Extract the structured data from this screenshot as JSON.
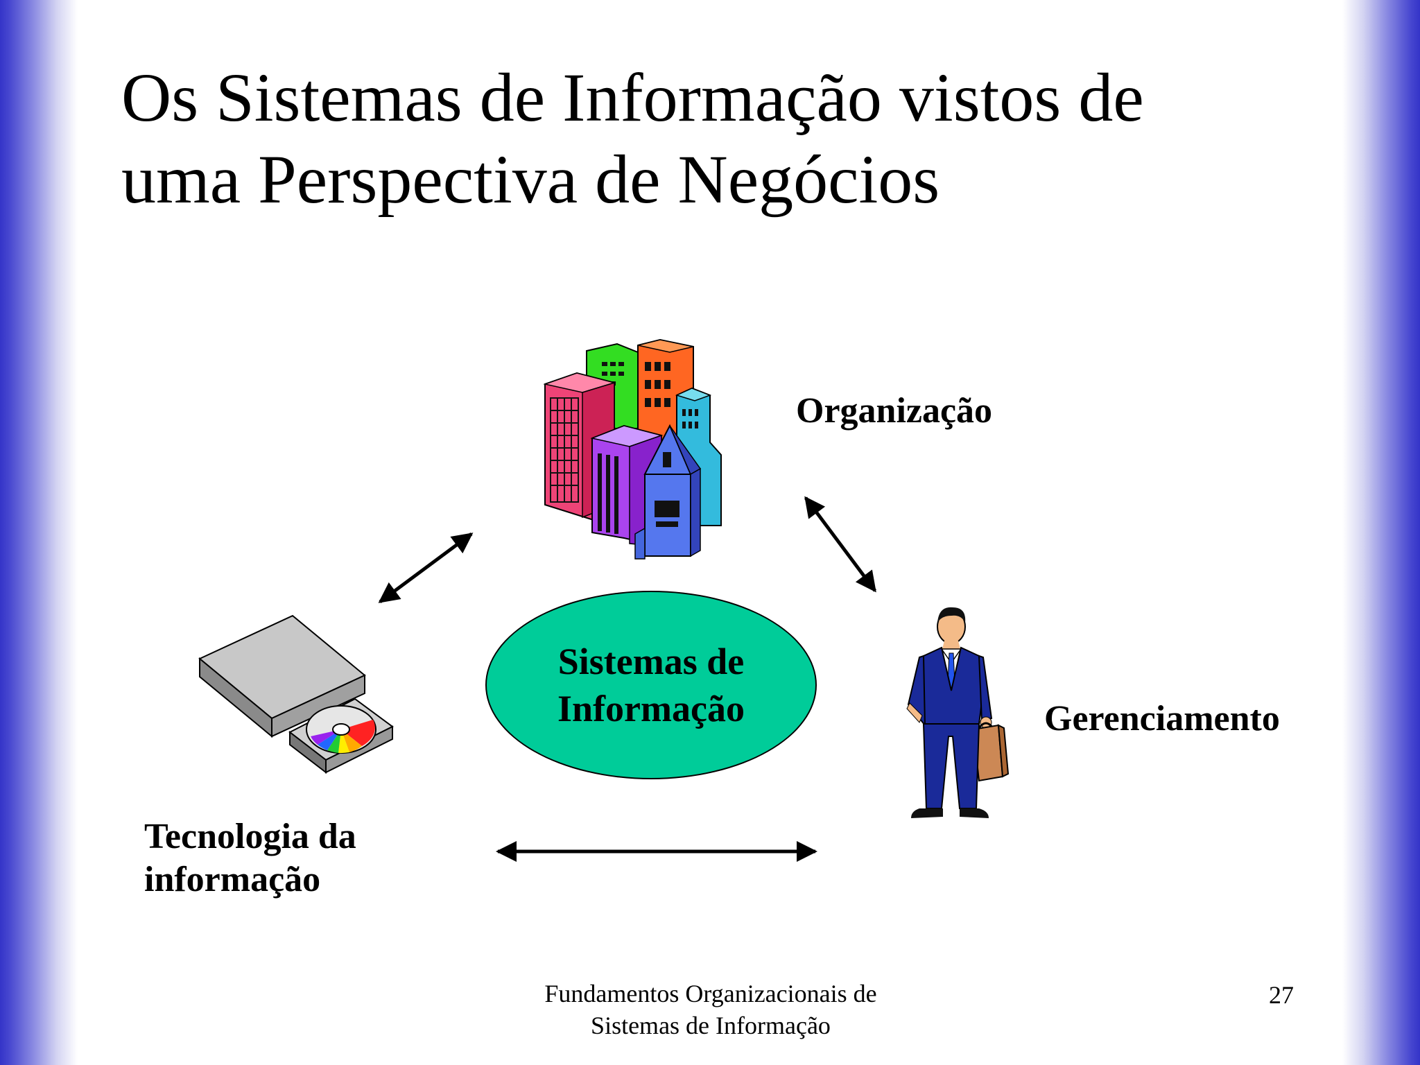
{
  "slide": {
    "title_lines": [
      "Os Sistemas de Informação vistos de",
      "uma Perspectiva de Negócios"
    ],
    "center_ellipse": {
      "lines": [
        "Sistemas de",
        "Informação"
      ],
      "fill_color": "#00cc99"
    },
    "nodes": {
      "organization": {
        "label": "Organização",
        "icon": "buildings-icon"
      },
      "management": {
        "label": "Gerenciamento",
        "icon": "businessman-icon"
      },
      "technology": {
        "label_lines": [
          "Tecnologia da",
          "informação"
        ],
        "icon": "cd-drive-icon"
      }
    },
    "connections": [
      {
        "from": "technology",
        "to": "organization",
        "style": "double-arrow"
      },
      {
        "from": "organization",
        "to": "management",
        "style": "double-arrow"
      },
      {
        "from": "technology",
        "to": "management",
        "style": "double-arrow"
      }
    ],
    "footer_lines": [
      "Fundamentos Organizacionais de",
      "Sistemas de Informação"
    ],
    "page_number": "27",
    "border_color": "#3434c8"
  }
}
